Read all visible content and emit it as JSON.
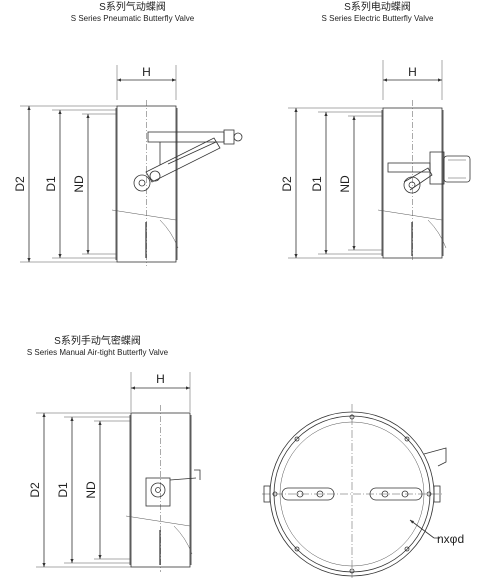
{
  "pneumatic": {
    "title_cn": "S系列气动蝶阀",
    "title_en": "S Series Pneumatic Butterfly Valve",
    "dim_h": "H",
    "dim_d2": "D2",
    "dim_d1": "D1",
    "dim_nd": "ND"
  },
  "electric": {
    "title_cn": "S系列电动蝶阀",
    "title_en": "S Series Electric Butterfly Valve",
    "dim_h": "H",
    "dim_d2": "D2",
    "dim_d1": "D1",
    "dim_nd": "ND"
  },
  "manual": {
    "title_cn": "S系列手动气密蝶阀",
    "title_en": "S Series Manual Air-tight Butterfly Valve",
    "dim_h": "H",
    "dim_d2": "D2",
    "dim_d1": "D1",
    "dim_nd": "ND"
  },
  "front_view": {
    "bolt_label": "nxφd"
  }
}
